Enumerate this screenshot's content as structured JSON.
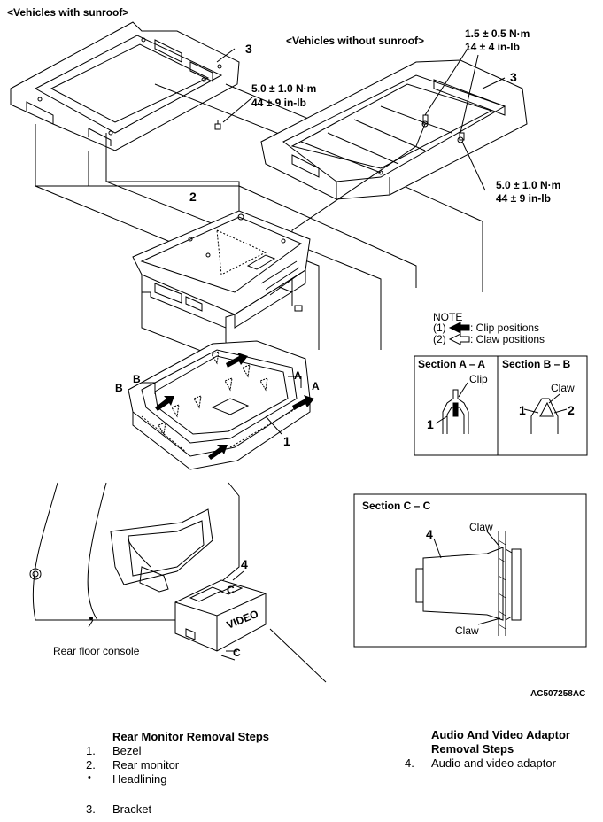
{
  "headers": {
    "with_sunroof": "<Vehicles with sunroof>",
    "without_sunroof": "<Vehicles without sunroof>"
  },
  "torques": {
    "t1_nm": "5.0 ± 1.0 N·m",
    "t1_inlb": "44 ± 9 in-lb",
    "t2_nm": "1.5 ± 0.5 N·m",
    "t2_inlb": "14 ± 4 in-lb",
    "t3_nm": "5.0 ± 1.0 N·m",
    "t3_inlb": "44 ± 9 in-lb"
  },
  "callouts": {
    "n3a": "3",
    "n3b": "3",
    "n2": "2",
    "n1": "1",
    "n4": "4",
    "a1": "A",
    "a2": "A",
    "b1": "B",
    "b2": "B",
    "c1": "C",
    "c2": "C"
  },
  "note": {
    "title": "NOTE",
    "item1_num": "(1)",
    "item1": ": Clip positions",
    "item2_num": "(2)",
    "item2": ": Claw positions"
  },
  "section_ab": {
    "a_title": "Section A – A",
    "b_title": "Section B – B",
    "clip": "Clip",
    "claw": "Claw",
    "a_num": "1",
    "b_num1": "1",
    "b_num2": "2"
  },
  "section_c": {
    "title": "Section C – C",
    "num": "4",
    "claw_top": "Claw",
    "claw_bottom": "Claw"
  },
  "console_label": "Rear floor console",
  "video_label": "VIDEO",
  "figure_code": "AC507258AC",
  "steps_left": {
    "title": "Rear Monitor Removal Steps",
    "items": [
      {
        "num": "1.",
        "label": "Bezel"
      },
      {
        "num": "2.",
        "label": "Rear monitor"
      },
      {
        "num": "•",
        "label": "Headlining"
      },
      {
        "num": "3.",
        "label": "Bracket"
      }
    ]
  },
  "steps_right": {
    "title_line1": "Audio And Video Adaptor",
    "title_line2": "Removal Steps",
    "items": [
      {
        "num": "4.",
        "label": "Audio and video adaptor"
      }
    ]
  }
}
